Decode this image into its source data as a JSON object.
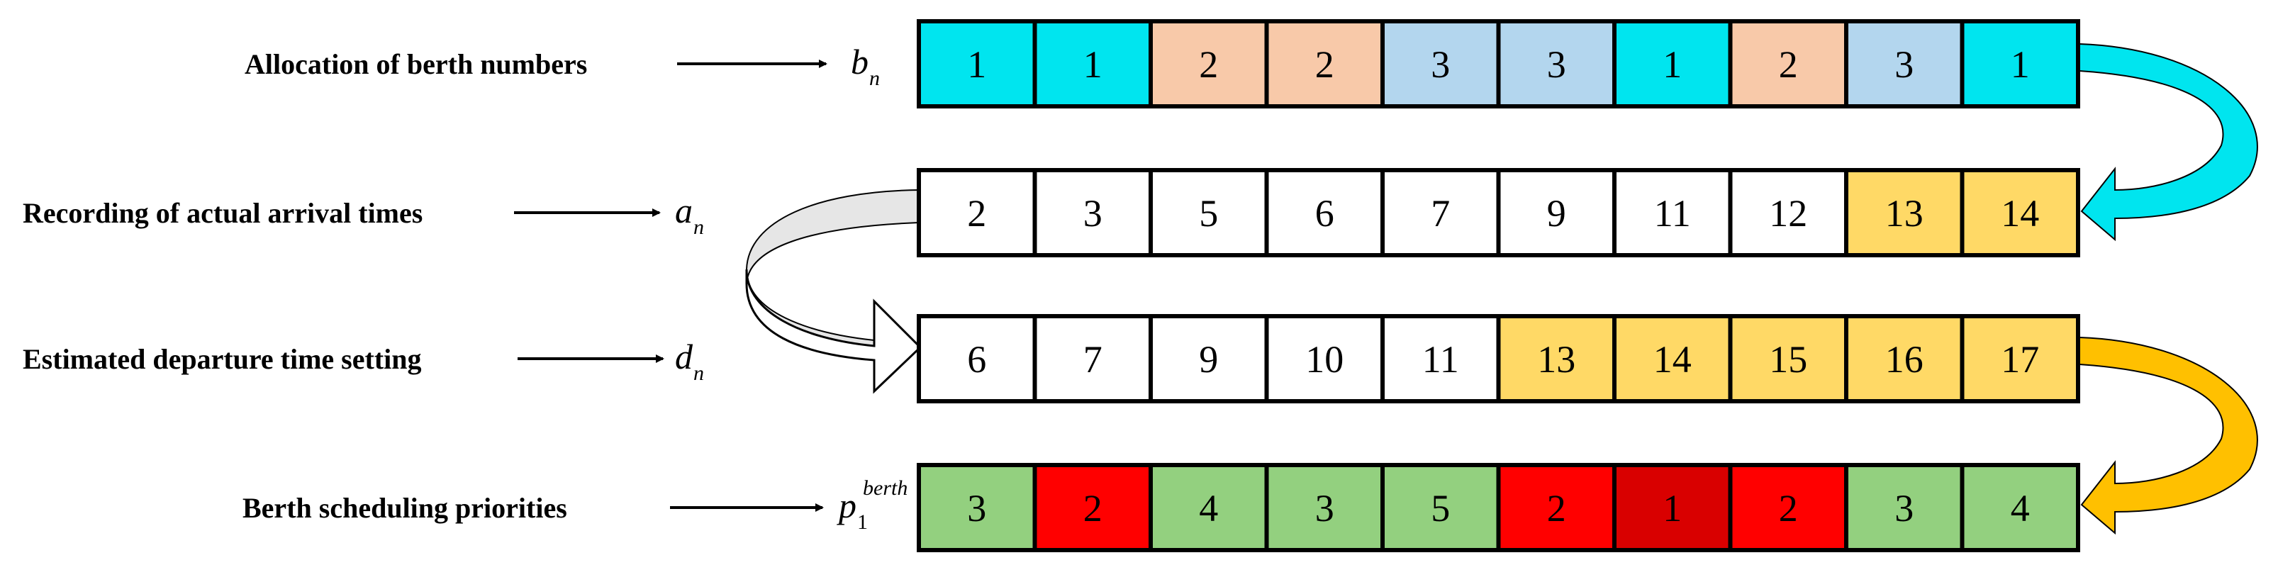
{
  "rows": [
    {
      "label": "Allocation of berth numbers",
      "var": "b",
      "sub": "n",
      "sup": "",
      "values": [
        "1",
        "1",
        "2",
        "2",
        "3",
        "3",
        "1",
        "2",
        "3",
        "1"
      ],
      "colors": [
        "#00e5ef",
        "#00e5ef",
        "#f8c9a9",
        "#f8c9a9",
        "#b3d6ee",
        "#b3d6ee",
        "#00e5ef",
        "#f8c9a9",
        "#b3d6ee",
        "#00e5ef"
      ]
    },
    {
      "label": "Recording of actual arrival times",
      "var": "a",
      "sub": "n",
      "sup": "",
      "values": [
        "2",
        "3",
        "5",
        "6",
        "7",
        "9",
        "11",
        "12",
        "13",
        "14"
      ],
      "colors": [
        "#ffffff",
        "#ffffff",
        "#ffffff",
        "#ffffff",
        "#ffffff",
        "#ffffff",
        "#ffffff",
        "#ffffff",
        "#ffd966",
        "#ffd966"
      ]
    },
    {
      "label": "Estimated departure time setting",
      "var": "d",
      "sub": "n",
      "sup": "",
      "values": [
        "6",
        "7",
        "9",
        "10",
        "11",
        "13",
        "14",
        "15",
        "16",
        "17"
      ],
      "colors": [
        "#ffffff",
        "#ffffff",
        "#ffffff",
        "#ffffff",
        "#ffffff",
        "#ffd966",
        "#ffd966",
        "#ffd966",
        "#ffd966",
        "#ffd966"
      ]
    },
    {
      "label": "Berth scheduling priorities",
      "var": "p",
      "sub": "1",
      "sup": "berth",
      "values": [
        "3",
        "2",
        "4",
        "3",
        "5",
        "2",
        "1",
        "2",
        "3",
        "4"
      ],
      "colors": [
        "#93d07f",
        "#ff0000",
        "#93d07f",
        "#93d07f",
        "#93d07f",
        "#ff0000",
        "#d90000",
        "#ff0000",
        "#93d07f",
        "#93d07f"
      ]
    }
  ],
  "connector_colors": {
    "cyan": "#00e5ef",
    "gray": "#e6e6e6",
    "white": "#ffffff",
    "gold": "#ffc000"
  }
}
